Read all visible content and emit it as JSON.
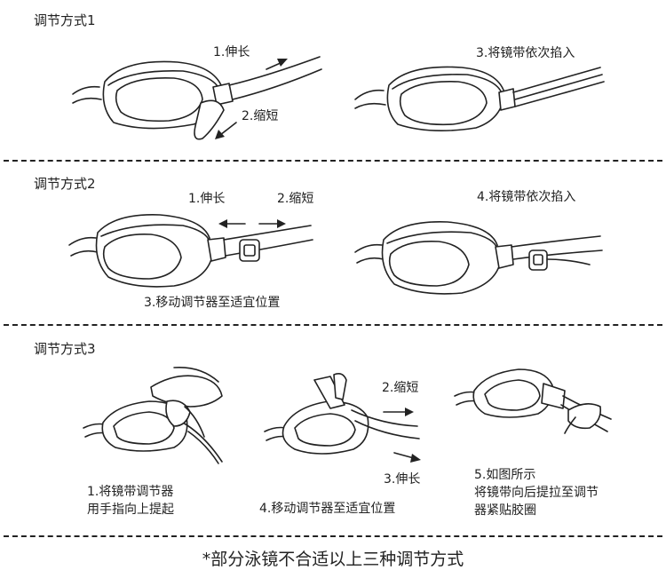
{
  "sections": [
    {
      "title": "调节方式1",
      "labels": {
        "extend": "1.伸长",
        "shorten": "2.缩短",
        "insert": "3.将镜带依次掐入"
      }
    },
    {
      "title": "调节方式2",
      "labels": {
        "extend": "1.伸长",
        "shorten": "2.缩短",
        "move": "3.移动调节器至适宜位置",
        "insert": "4.将镜带依次掐入"
      }
    },
    {
      "title": "调节方式3",
      "labels": {
        "step1_line1": "1.将镜带调节器",
        "step1_line2": "用手指向上提起",
        "shorten": "2.缩短",
        "extend": "3.伸长",
        "step4": "4.移动调节器至适宜位置",
        "step5_line1": "5.如图所示",
        "step5_line2": "将镜带向后提拉至调节",
        "step5_line3": "器紧贴胶圈"
      }
    }
  ],
  "footer": "*部分泳镜不合适以上三种调节方式"
}
